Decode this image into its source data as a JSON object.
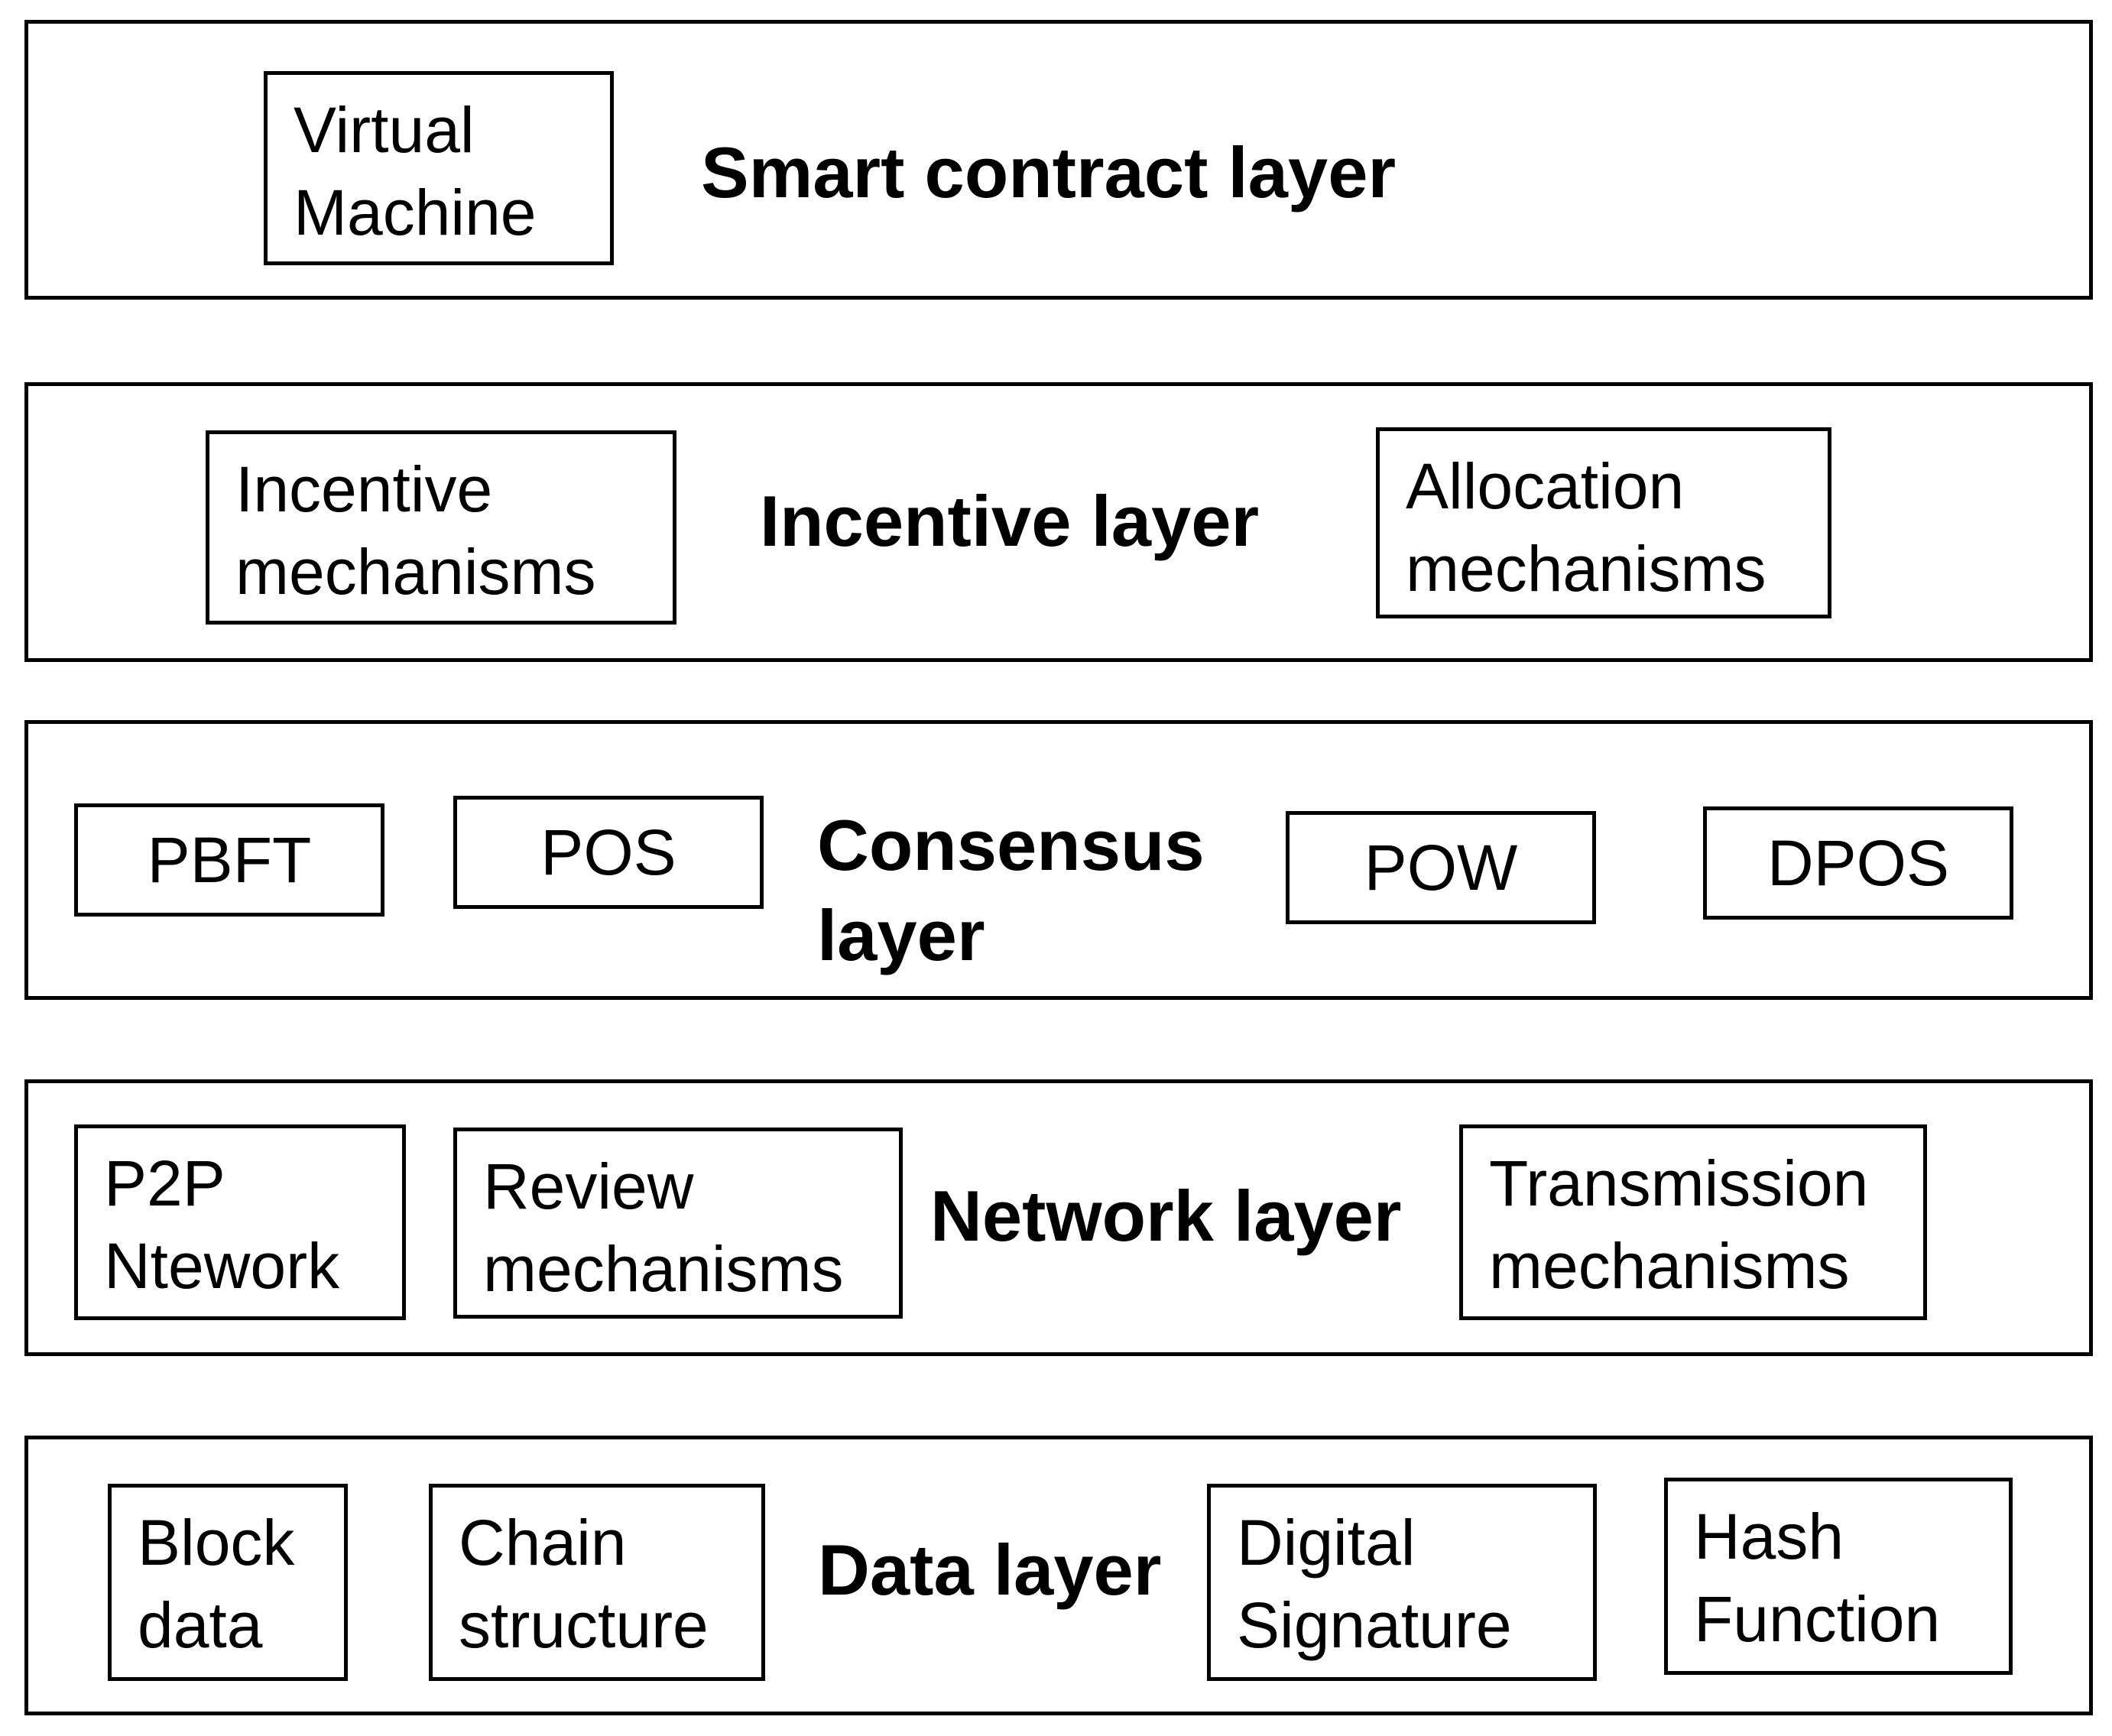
{
  "layers": {
    "smart_contract": {
      "title": "Smart contract layer",
      "virtual_machine": {
        "line1": "Virtual",
        "line2": "Machine"
      }
    },
    "incentive": {
      "title": "Incentive layer",
      "incentive_mechanisms": {
        "line1": "Incentive",
        "line2": "mechanisms"
      },
      "allocation_mechanisms": {
        "line1": "Allocation",
        "line2": "mechanisms"
      }
    },
    "consensus": {
      "title_line1": "Consensus",
      "title_line2": "layer",
      "pbft": "PBFT",
      "pos": "POS",
      "pow": "POW",
      "dpos": "DPOS"
    },
    "network": {
      "title": "Network layer",
      "p2p_network": {
        "line1": "P2P",
        "line2": "Ntework"
      },
      "review_mechanisms": {
        "line1": "Review",
        "line2": "mechanisms"
      },
      "transmission_mechanisms": {
        "line1": "Transmission",
        "line2": "mechanisms"
      }
    },
    "data": {
      "title": "Data layer",
      "block_data": {
        "line1": "Block",
        "line2": "data"
      },
      "chain_structure": {
        "line1": "Chain",
        "line2": "structure"
      },
      "digital_signature": {
        "line1": "Digital",
        "line2": "Signature"
      },
      "hash_function": {
        "line1": "Hash",
        "line2": "Function"
      }
    }
  }
}
